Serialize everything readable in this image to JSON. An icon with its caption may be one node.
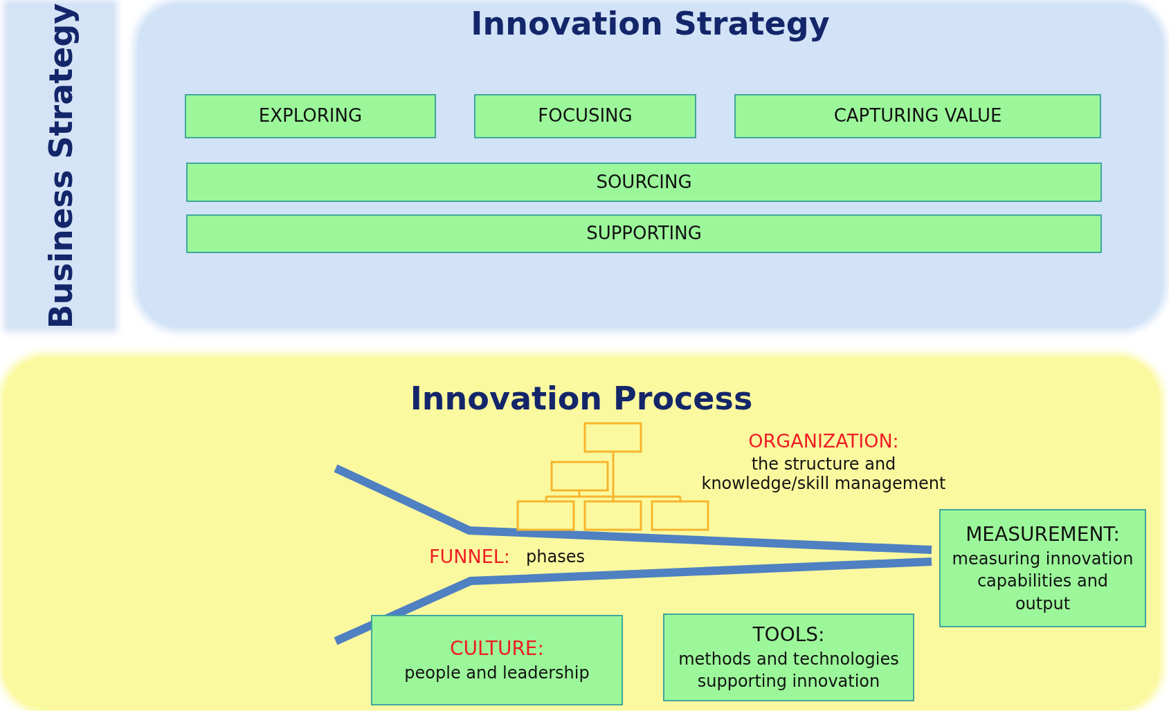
{
  "diagram": {
    "nodes": [
      {
        "text": [
          "Business Strategy"
        ]
      },
      {
        "text": [
          "Innovation Strategy"
        ]
      },
      {
        "text": [
          "EXPLORING"
        ],
        "in": 1
      },
      {
        "text": [
          "FOCUSING"
        ],
        "in": 1
      },
      {
        "text": [
          "CAPTURING VALUE"
        ],
        "in": 1
      },
      {
        "text": [
          "SOURCING"
        ],
        "in": 1
      },
      {
        "text": [
          "SUPPORTING"
        ],
        "in": 1
      },
      {
        "text": [
          "Innovation Process"
        ]
      },
      {
        "text": [
          "MEASUREMENT:",
          "measuring innovation capabilities and output"
        ],
        "in": 7
      },
      {
        "text": [
          "CULTURE:",
          "people and leadership"
        ],
        "in": 7
      },
      {
        "text": [
          "TOOLS:",
          "methods and technologies supporting innovation"
        ],
        "in": 7
      }
    ],
    "edges": [],
    "labels": [
      "ORGANIZATION:",
      "the structure and knowledge/skill management",
      "FUNNEL:",
      "phases"
    ]
  }
}
